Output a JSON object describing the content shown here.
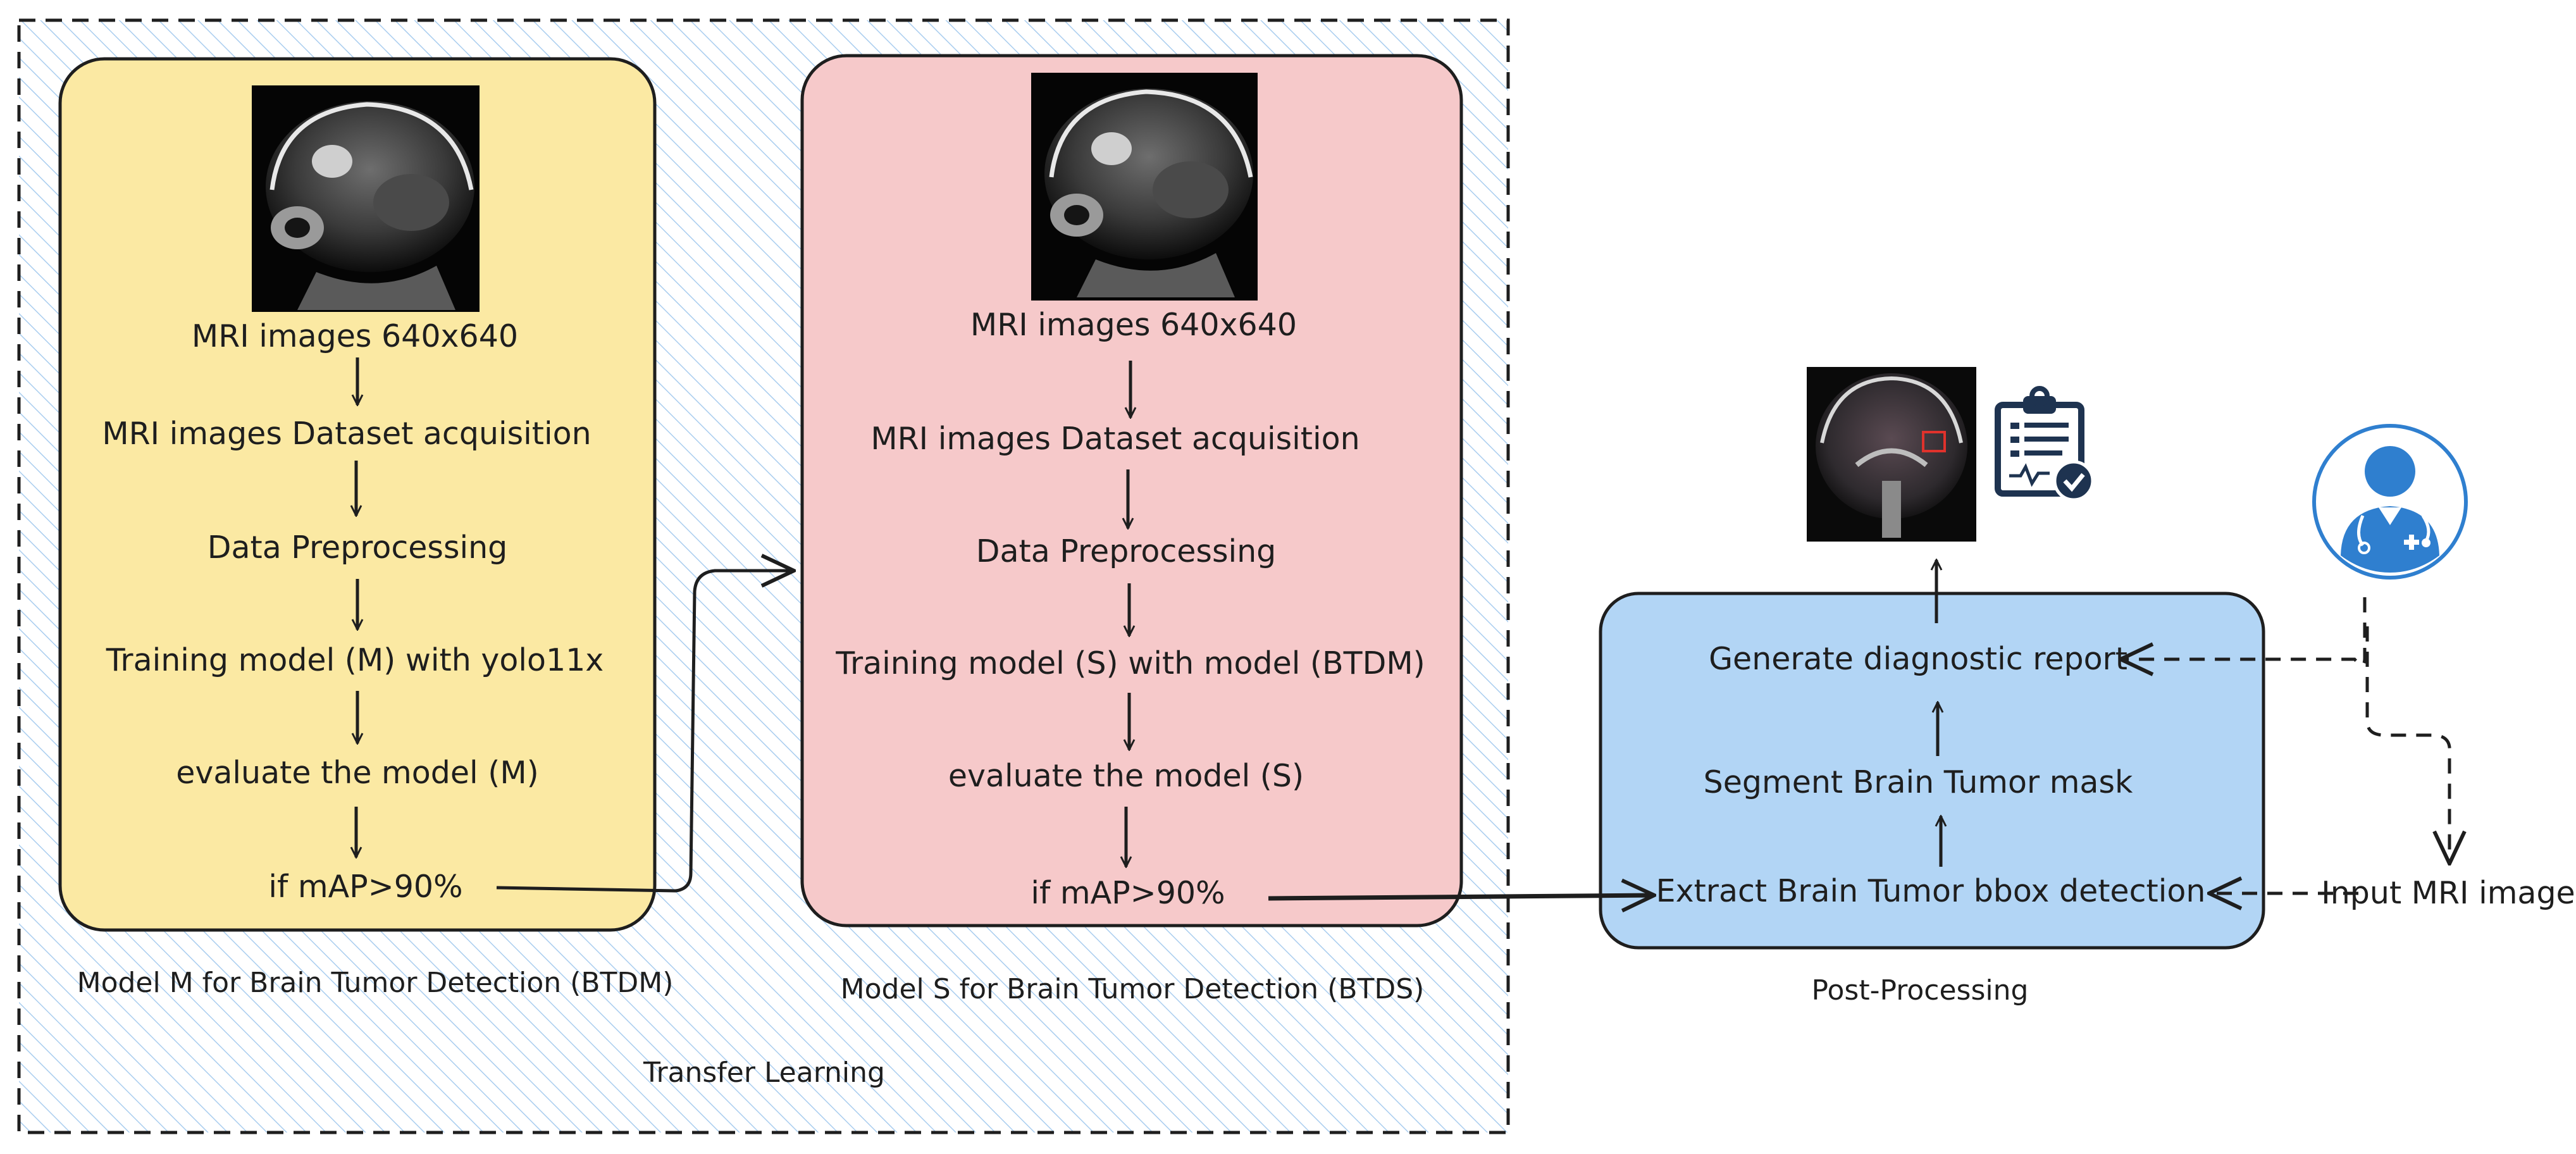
{
  "colors": {
    "model_m_fill": "#fbe9a3",
    "model_s_fill": "#f6c9ca",
    "post_fill": "#b2d5f5",
    "hatch": "#a9cdef",
    "stroke": "#1e1e1e",
    "doctor_blue": "#2f7fcf"
  },
  "model_m": {
    "steps": [
      "MRI images 640x640",
      "MRI images Dataset acquisition",
      "Data Preprocessing",
      "Training model (M) with yolo11x",
      "evaluate the model (M)",
      "if mAP>90%"
    ],
    "caption": "Model M for Brain Tumor Detection (BTDM)"
  },
  "model_s": {
    "steps": [
      "MRI images 640x640",
      "MRI images Dataset acquisition",
      "Data Preprocessing",
      "Training model (S) with model (BTDM)",
      "evaluate the model (S)",
      "if mAP>90%"
    ],
    "caption": "Model S for Brain Tumor Detection (BTDS)"
  },
  "transfer": {
    "label": "Transfer Learning"
  },
  "post": {
    "steps": [
      "Generate diagnostic report",
      "Segment Brain Tumor mask",
      "Extract Brain Tumor bbox detection"
    ],
    "caption": "Post-Processing"
  },
  "input": {
    "label": "Input MRI image"
  },
  "icons": {
    "mri_sagittal": "mri-sagittal-scan-image",
    "mri_coronal": "mri-coronal-scan-with-detection-box",
    "report": "clipboard-report-icon",
    "doctor": "doctor-avatar-icon"
  }
}
